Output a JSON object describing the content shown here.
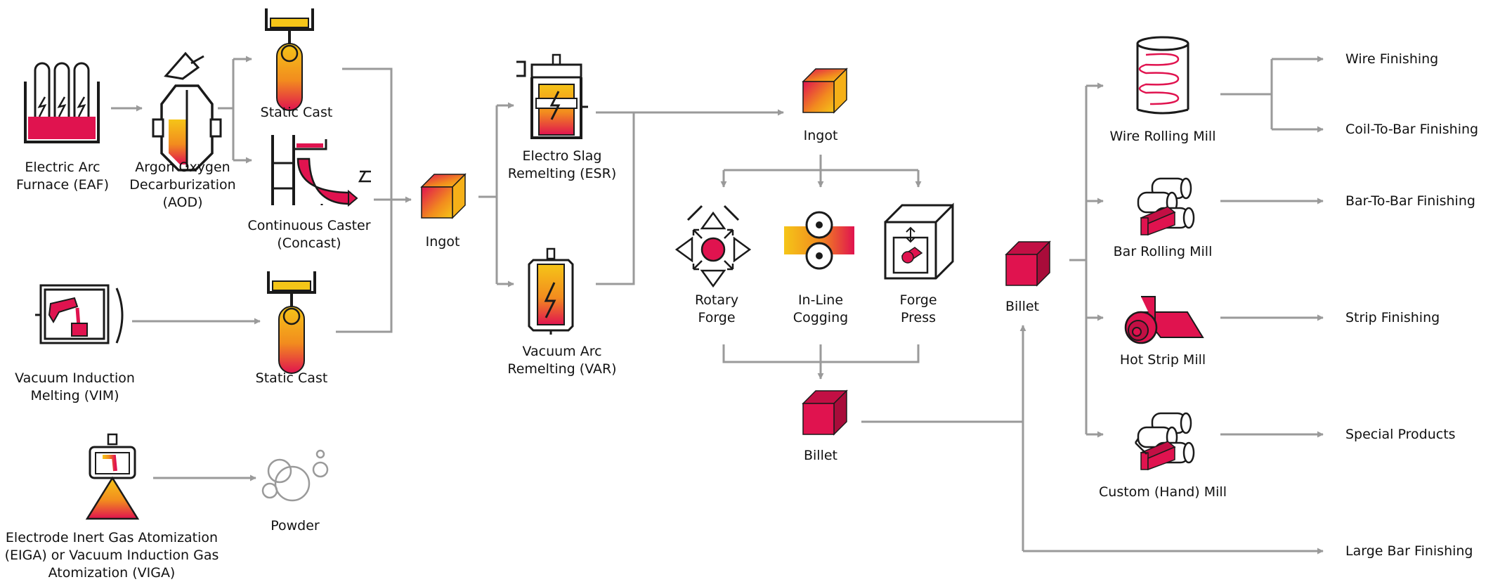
{
  "colors": {
    "arrow": "#9a9a9a",
    "outline": "#1a1a1a",
    "red": "#e0134f",
    "orange": "#f28c1e",
    "yellow": "#f5c518"
  },
  "nodes": {
    "eaf": {
      "line1": "Electric Arc",
      "line2": "Furnace (EAF)"
    },
    "aod": {
      "line1": "Argon Oxygen",
      "line2": "Decarburization",
      "line3": "(AOD)"
    },
    "static_cast_1": {
      "label": "Static Cast"
    },
    "concast": {
      "line1": "Continuous Caster",
      "line2": "(Concast)"
    },
    "vim": {
      "line1": "Vacuum Induction",
      "line2": "Melting (VIM)"
    },
    "static_cast_2": {
      "label": "Static Cast"
    },
    "eiga": {
      "line1": "Electrode Inert Gas Atomization",
      "line2": "(EIGA) or Vacuum Induction Gas",
      "line3": "Atomization (VIGA)"
    },
    "powder": {
      "label": "Powder"
    },
    "ingot_1": {
      "label": "Ingot"
    },
    "esr": {
      "line1": "Electro Slag",
      "line2": "Remelting (ESR)"
    },
    "var": {
      "line1": "Vacuum Arc",
      "line2": "Remelting (VAR)"
    },
    "ingot_2": {
      "label": "Ingot"
    },
    "rotary_forge": {
      "line1": "Rotary",
      "line2": "Forge"
    },
    "inline_cogging": {
      "line1": "In-Line",
      "line2": "Cogging"
    },
    "forge_press": {
      "line1": "Forge",
      "line2": "Press"
    },
    "billet_1": {
      "label": "Billet"
    },
    "billet_2": {
      "label": "Billet"
    },
    "wire_rolling_mill": {
      "label": "Wire Rolling Mill"
    },
    "bar_rolling_mill": {
      "label": "Bar Rolling Mill"
    },
    "hot_strip_mill": {
      "label": "Hot Strip Mill"
    },
    "custom_hand_mill": {
      "label": "Custom (Hand) Mill"
    }
  },
  "outputs": {
    "wire_finishing": "Wire Finishing",
    "coil_to_bar": "Coil-To-Bar Finishing",
    "bar_to_bar": "Bar-To-Bar Finishing",
    "strip_finishing": "Strip Finishing",
    "special_products": "Special Products",
    "large_bar": "Large Bar Finishing"
  }
}
